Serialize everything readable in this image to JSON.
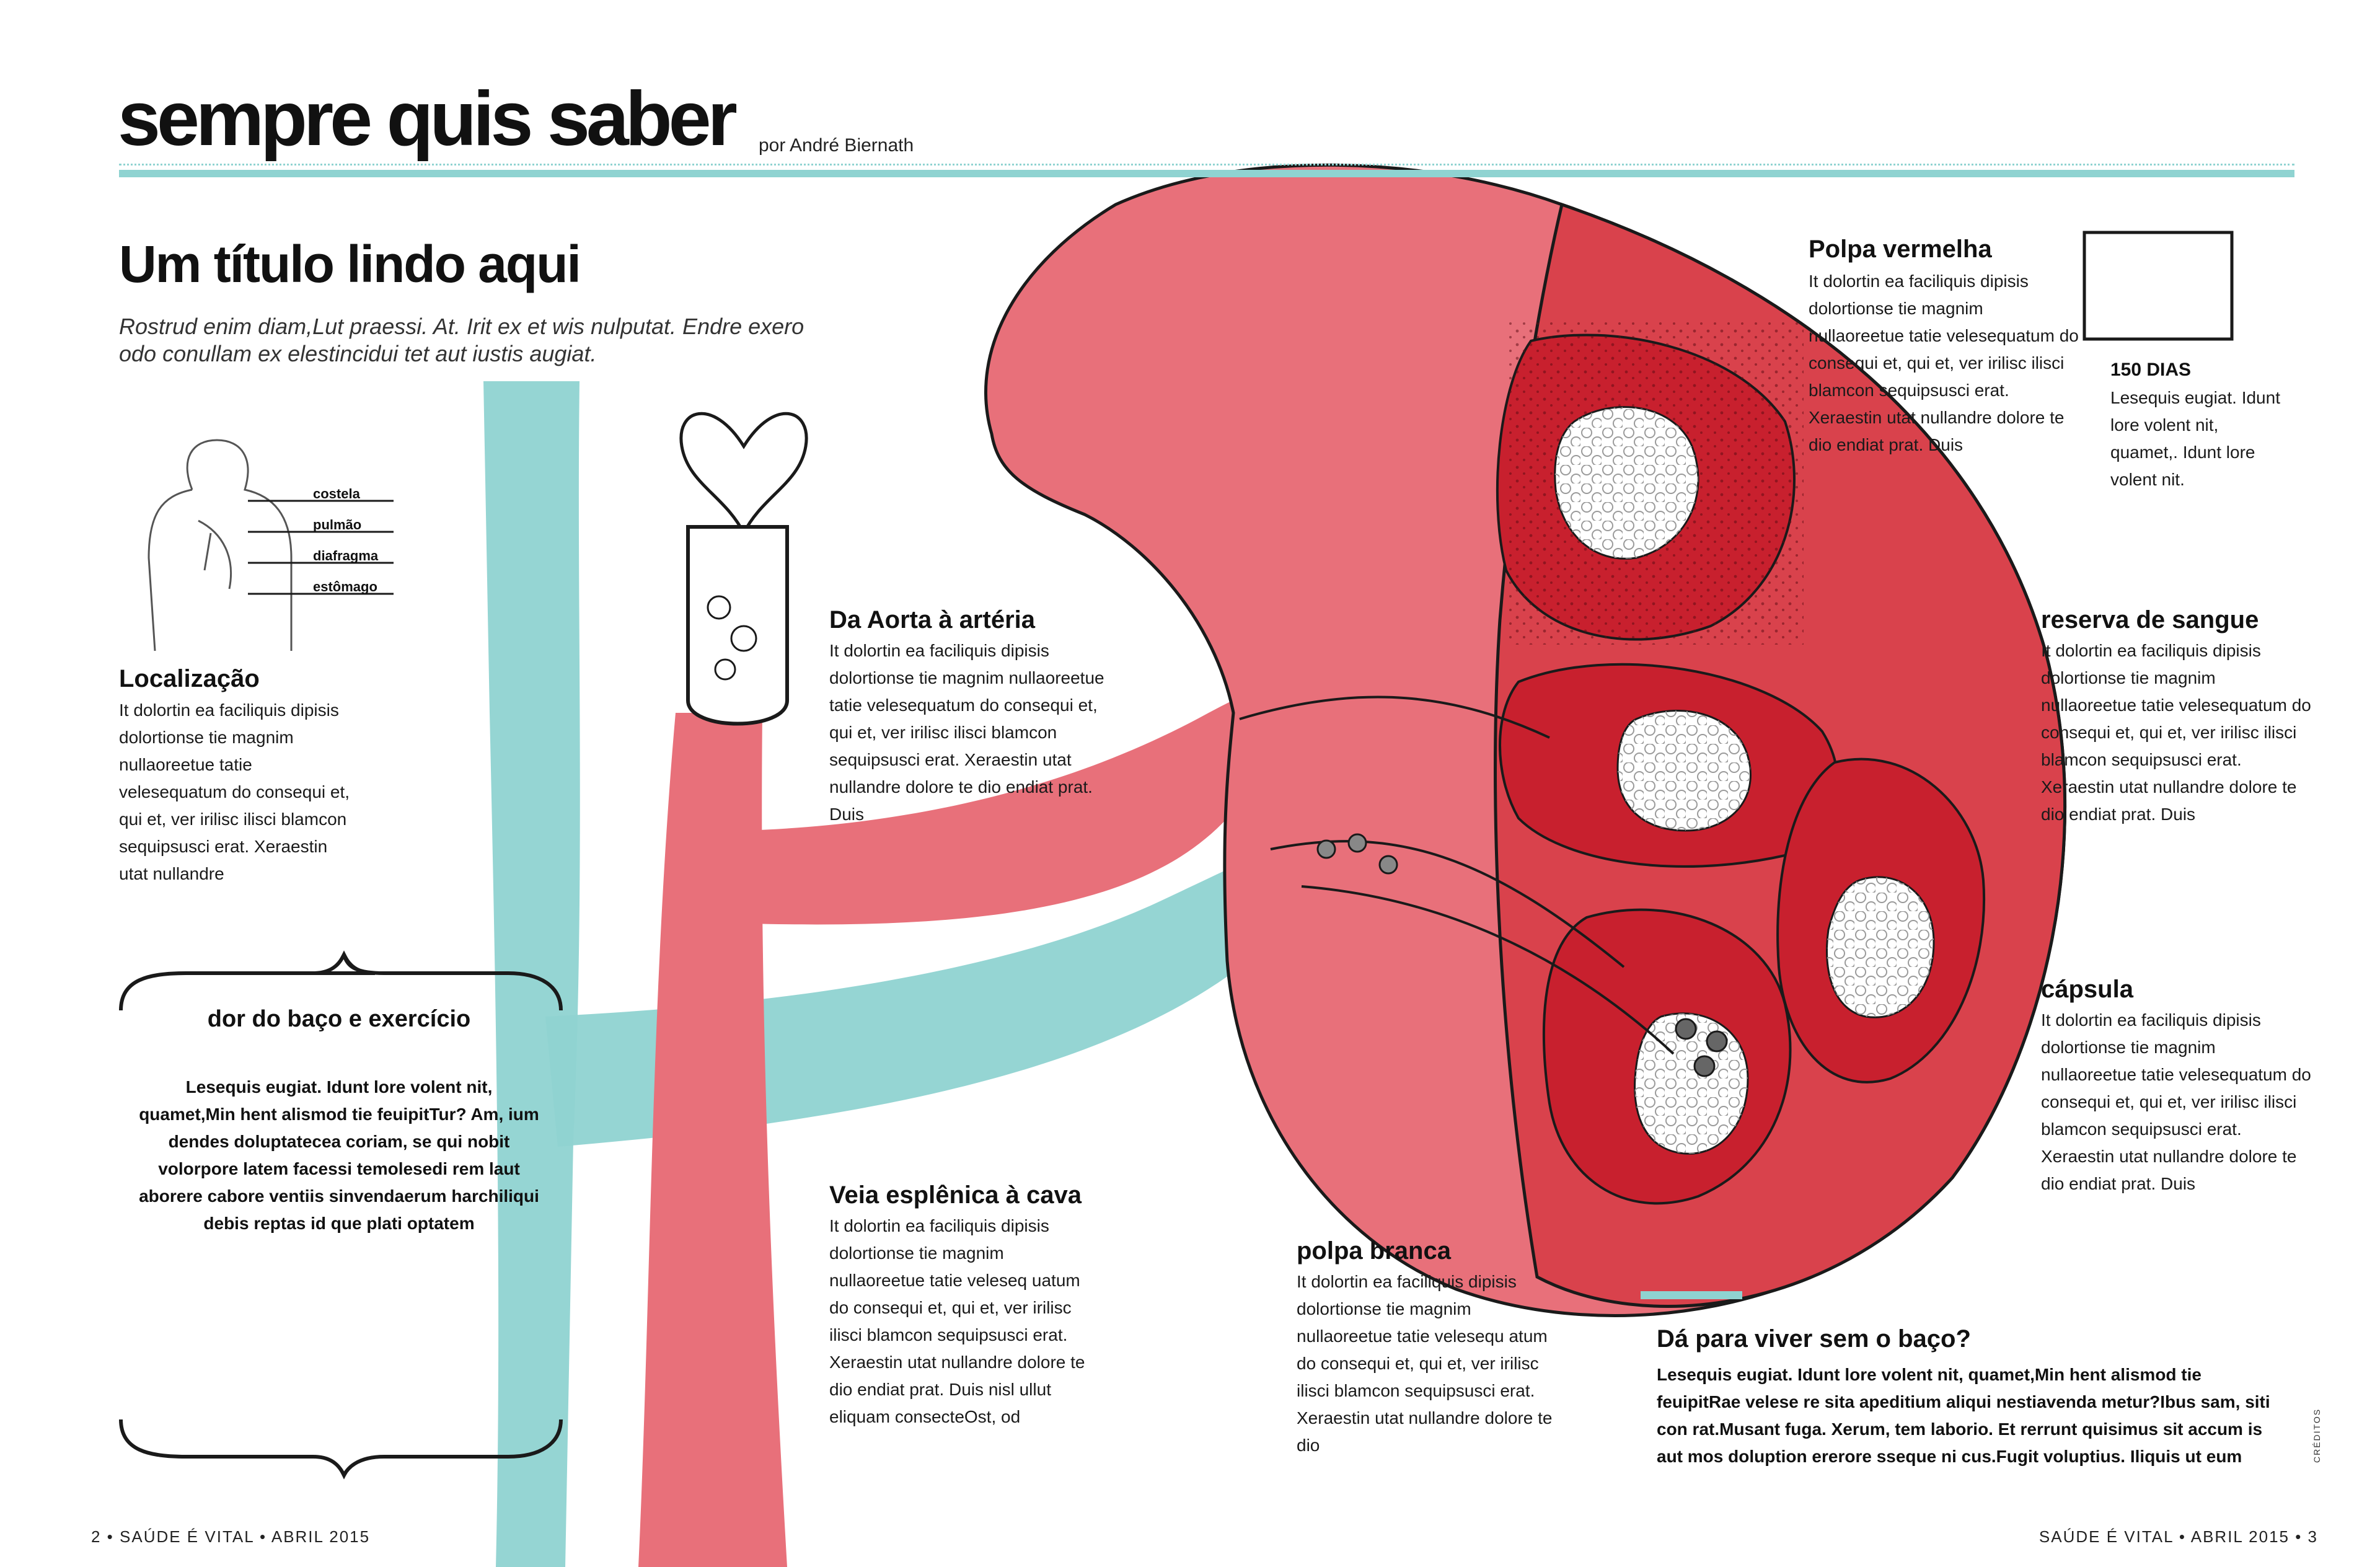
{
  "header": {
    "section_title": "sempre quis saber",
    "byline": "por André Biernath"
  },
  "article": {
    "title": "Um título lindo aqui",
    "subtitle": "Rostrud enim diam,Lut praessi. At. Irit ex et wis nulputat. Endre exero odo conullam ex elestincidui tet aut iustis augiat."
  },
  "body_diagram": {
    "labels": [
      "costela",
      "pulmão",
      "diafragma",
      "estômago"
    ]
  },
  "sections": {
    "localizacao": {
      "heading": "Localização",
      "text": "It dolortin ea faciliquis dipisis dolortionse tie magnim nullaoreetue tatie velesequatum do consequi et, qui et, ver irilisc ilisci blamcon sequipsusci erat. Xeraestin utat nullandre"
    },
    "aorta": {
      "heading": "Da Aorta à artéria",
      "text": "It dolortin ea faciliquis dipisis dolortionse tie magnim nullaoreetue tatie velesequatum do consequi et, qui et, ver irilisc ilisci blamcon sequipsusci erat. Xeraestin utat nullandre dolore te dio endiat prat. Duis"
    },
    "veia": {
      "heading": "Veia esplênica à cava",
      "text": "It dolortin ea faciliquis dipisis dolortionse tie magnim nullaoreetue tatie veleseq uatum do consequi et, qui et, ver irilisc ilisci blamcon sequipsusci erat.  Xeraestin utat nullandre dolore te dio endiat prat. Duis nisl ullut eliquam consecteOst, od"
    },
    "polpa_branca": {
      "heading": "polpa branca",
      "text": "It dolortin ea faciliquis dipisis dolortionse tie magnim nullaoreetue tatie velesequ atum do consequi et, qui et, ver irilisc ilisci blamcon sequipsusci erat. Xeraestin utat nullandre dolore te dio"
    },
    "polpa_vermelha": {
      "heading": "Polpa vermelha",
      "text": "It dolortin ea faciliquis dipisis dolortionse tie magnim nullaoreetue tatie velesequatum do consequi et, qui et, ver irilisc ilisci blamcon sequipsusci erat. Xeraestin utat nullandre dolore te dio endiat prat. Duis"
    },
    "dias": {
      "heading": "150 DIAS",
      "text": "Lesequis eugiat. Idunt lore volent nit, quamet,. Idunt lore volent nit."
    },
    "reserva": {
      "heading": "reserva de sangue",
      "text": "It dolortin ea faciliquis dipisis dolortionse tie magnim nullaoreetue tatie velesequatum do consequi et, qui et, ver irilisc ilisci blamcon sequipsusci erat. Xeraestin utat nullandre dolore te dio endiat prat. Duis"
    },
    "capsula": {
      "heading": "cápsula",
      "text": "It dolortin ea faciliquis dipisis dolortionse tie magnim nullaoreetue tatie velesequatum do consequi et, qui et, ver irilisc ilisci blamcon sequipsusci erat. Xeraestin utat nullandre dolore te dio endiat prat. Duis"
    },
    "viver": {
      "heading": "Dá para viver sem o baço?",
      "text": "Lesequis eugiat. Idunt lore volent nit, quamet,Min hent alismod tie feuipitRae velese re sita apeditium aliqui nestiavenda metur?Ibus sam, siti con rat.Musant fuga. Xerum, tem laborio. Et rerrunt quisimus sit accum is aut mos doluption ererore sseque ni cus.Fugit voluptius. Iliquis ut eum"
    }
  },
  "callout": {
    "heading": "dor do baço e exercício",
    "text": "Lesequis eugiat. Idunt lore volent nit, quamet,Min hent alismod tie feuipitTur? Am, ium dendes doluptatecea coriam, se qui nobit volorpore latem facessi temolesedi rem laut aborere cabore ventiis sinvendaerum harchiliqui debis reptas id que plati optatem"
  },
  "footer": {
    "left": "2 • SAÚDE É VITAL • ABRIL 2015",
    "right": "SAÚDE É VITAL • ABRIL 2015 • 3",
    "credits": "CRÉDITOS"
  },
  "colors": {
    "accent_teal": "#8fd3d1",
    "organ_pink": "#e8707a",
    "pulp_red": "#c8202e",
    "text": "#111111"
  }
}
